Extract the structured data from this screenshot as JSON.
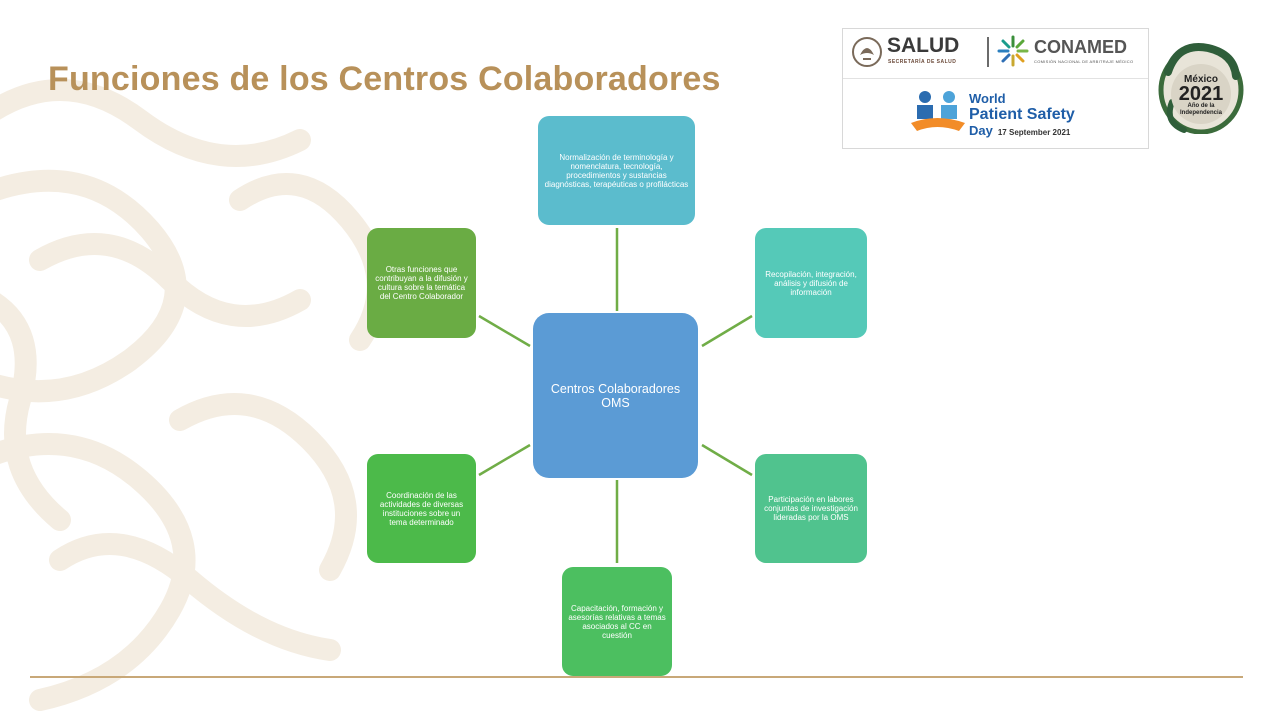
{
  "slide": {
    "title": "Funciones de los Centros Colaboradores"
  },
  "logos": {
    "salud": {
      "name": "SALUD",
      "subtitle": "SECRETARÍA DE SALUD"
    },
    "conamed": {
      "name": "CONAMED",
      "subtitle": "COMISIÓN NACIONAL DE ARBITRAJE MÉDICO"
    },
    "patient_safety_day": {
      "line1": "World",
      "line2": "Patient Safety",
      "line3": "Day",
      "date": "17 September 2021"
    },
    "mexico_seal": {
      "line1": "México",
      "year": "2021",
      "line2": "Año de la",
      "line3": "Independencia"
    }
  },
  "diagram": {
    "center": {
      "label": "Centros Colaboradores  OMS",
      "color": "#5b9bd5"
    },
    "connector_color": "#70ad47",
    "nodes": [
      {
        "id": "top",
        "label": "Normalización de terminología y nomenclatura, tecnología, procedimientos y sustancias diagnósticas, terapéuticas o profilácticas",
        "color": "#5bbccd"
      },
      {
        "id": "upper-right",
        "label": "Recopilación, integración, análisis y difusión de información",
        "color": "#55c9b8"
      },
      {
        "id": "lower-right",
        "label": "Participación en labores conjuntas de investigación lideradas por la OMS",
        "color": "#50c38e"
      },
      {
        "id": "bottom",
        "label": "Capacitación, formación y asesorías relativas a temas asociados al CC en cuestión",
        "color": "#4cbf60"
      },
      {
        "id": "lower-left",
        "label": "Coordinación  de las actividades de diversas instituciones sobre un tema determinado",
        "color": "#4cba4a"
      },
      {
        "id": "upper-left",
        "label": "Otras funciones que contribuyan a la difusión y cultura sobre la temática del Centro Colaborador",
        "color": "#6aac44"
      }
    ]
  },
  "colors": {
    "title": "#b8915a",
    "footer_line": "#c8a878",
    "background_pattern": "#f3ece0"
  }
}
